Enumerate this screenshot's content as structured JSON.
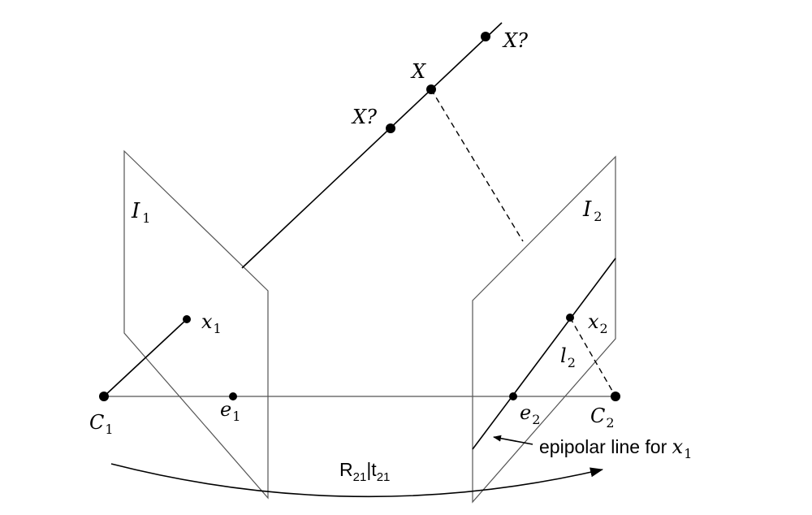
{
  "labels": {
    "x_upper": "X?",
    "x_mid": "X",
    "x_lower": "X?",
    "image1": "I",
    "image1_sub": "1",
    "image2": "I",
    "image2_sub": "2",
    "x1": "x",
    "x1_sub": "1",
    "x2": "x",
    "x2_sub": "2",
    "l2": "l",
    "l2_sub": "2",
    "c1": "C",
    "c1_sub": "1",
    "c2": "C",
    "c2_sub": "2",
    "e1": "e",
    "e1_sub": "1",
    "e2": "e",
    "e2_sub": "2",
    "epipolar_text": "epipolar line for ",
    "epipolar_var": "x",
    "epipolar_sub": "1",
    "transform_r": "R",
    "transform_r_sub": "21",
    "transform_sep": "|t",
    "transform_t_sub": "21"
  },
  "colors": {
    "line": "#000000",
    "plane": "#555555",
    "background": "#ffffff"
  }
}
